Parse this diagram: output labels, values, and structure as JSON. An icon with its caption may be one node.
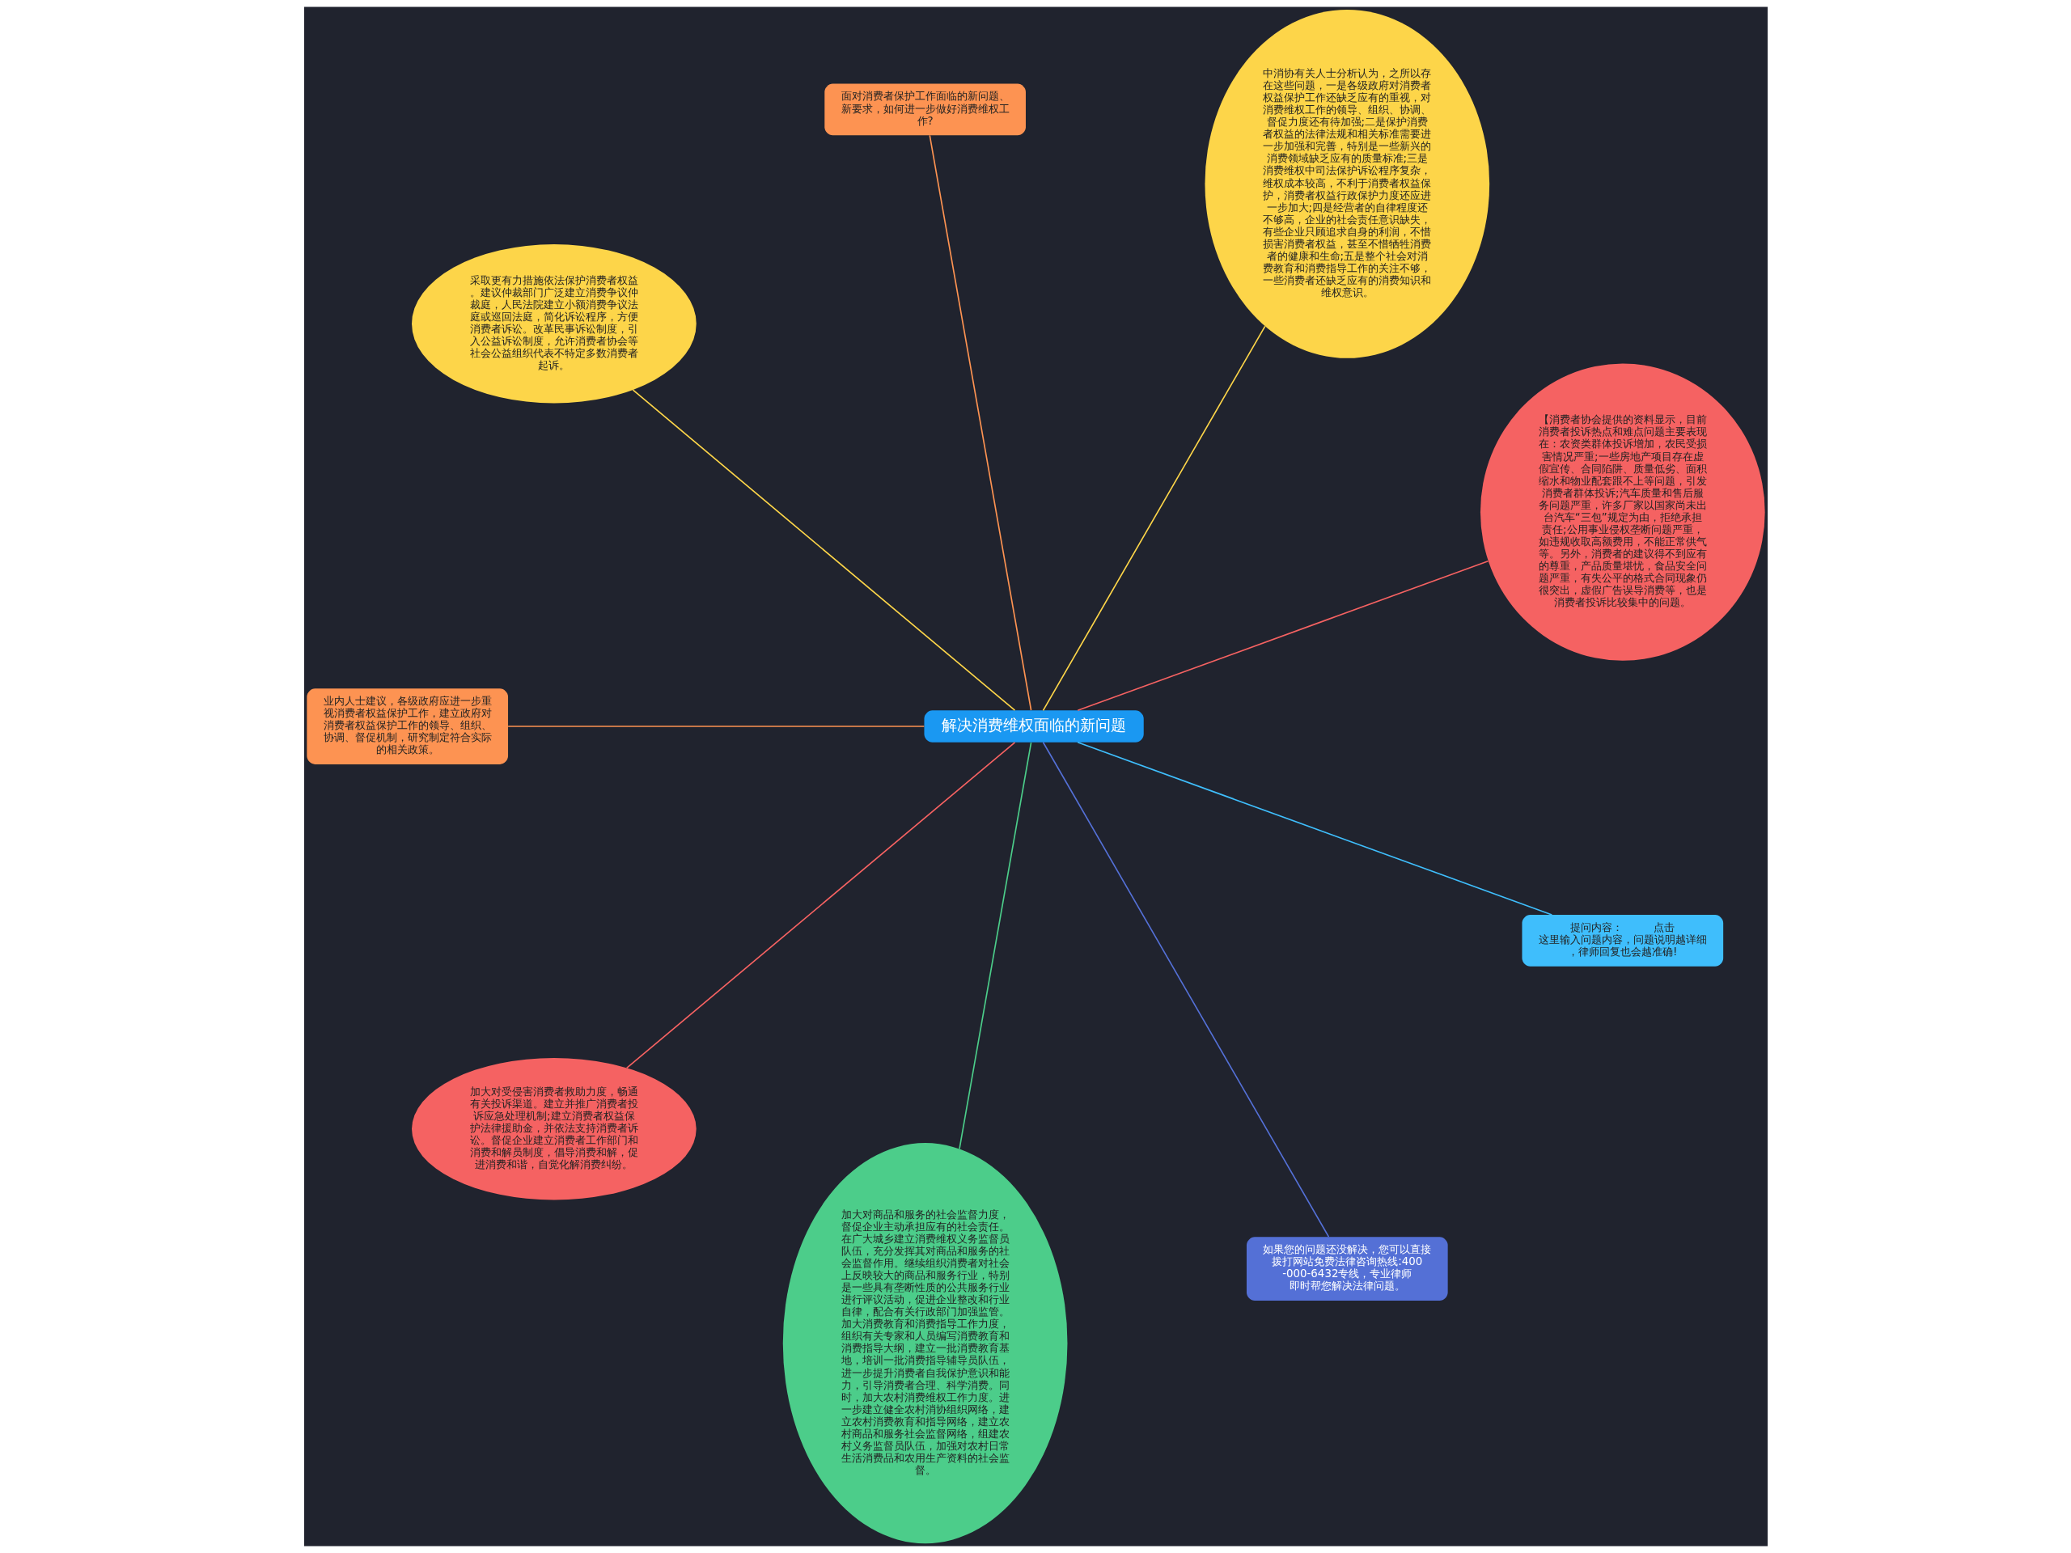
{
  "diagram": {
    "nodes": [
      {
        "text": [
          "解决消费维权面临的新问题"
        ]
      },
      {
        "text": [
          "【消费者协会提供的资料显示，目前消费者投诉热点和难点问题主要表现在：农资类群体投诉增加，农民受损害情况严重;一些房地产项目存在虚假宣传、合同陷阱、质量低劣、面积缩水和物业配套跟不上等问题，引发消费者群体投诉;汽车质量和售后服务问题严重，许多厂家以国家尚未出台汽车“三包”规定为由，拒绝承担责任;公用事业侵权垄断问题严重，如违规收取高额费用，不能正常供气等。另外，消费者的建议得不到应有的尊重，产品质量堪忧，食品安全问题严重，有失公平的格式合同现象仍很突出，虚假广告误导消费等，也是消费者投诉比较集中的问题。"
        ]
      },
      {
        "text": [
          "中消协有关人士分析认为，之所以存在这些问题，一是各级政府对消费者权益保护工作还缺乏应有的重视，对消费维权工作的领导、组织、协调、督促力度还有待加强;二是保护消费者权益的法律法规和相关标准需要进一步加强和完善，特别是一些新兴的消费领域缺乏应有的质量标准;三是消费维权中司法保护诉讼程序复杂，维权成本较高，不利于消费者权益保护，消费者权益行政保护力度还应进一步加大;四是经营者的自律程度还不够高，企业的社会责任意识缺失，有些企业只顾追求自身的利润，不惜损害消费者权益，甚至不惜牺牲消费者的健康和生命;五是整个社会对消费教育和消费指导工作的关注不够，一些消费者还缺乏应有的消费知识和维权意识。"
        ]
      },
      {
        "text": [
          "面对消费者保护工作面临的新问题、新要求，如何进一步做好消费维权工作?"
        ]
      },
      {
        "text": [
          "采取更有力措施依法保护消费者权益。建议仲裁部门广泛建立消费争议仲裁庭，人民法院建立小额消费争议法庭或巡回法庭，简化诉讼程序，方便消费者诉讼。改革民事诉讼制度，引入公益诉讼制度，允许消费者协会等社会公益组织代表不特定多数消费者起诉。"
        ]
      },
      {
        "text": [
          "业内人士建议，各级政府应进一步重视消费者权益保护工作，建立政府对消费者权益保护工作的领导、组织、协调、督促机制，研究制定符合实际的相关政策。"
        ]
      },
      {
        "text": [
          "加大对受侵害消费者救助力度，畅通有关投诉渠道。建立并推广消费者投诉应急处理机制;建立消费者权益保护法律援助金，并依法支持消费者诉讼。督促企业建立消费者工作部门和消费和解员制度，倡导消费和解，促进消费和谐，自觉化解消费纠纷。"
        ]
      },
      {
        "text": [
          "加大对商品和服务的社会监督力度，督促企业主动承担应有的社会责任。在广大城乡建立消费维权义务监督员队伍，充分发挥其对商品和服务的社会监督作用。继续组织消费者对社会上反映较大的商品和服务行业，特别是一些具有垄断性质的公共服务行业进行评议活动，促进企业整改和行业自律，配合有关行政部门加强监管。加大消费教育和消费指导工作力度，组织有关专家和人员编写消费教育和消费指导大纲，建立一批消费教育基地，培训一批消费指导辅导员队伍，进一步提升消费者自我保护意识和能力，引导消费者合理、科学消费。同时，加大农村消费维权工作力度。进一步建立健全农村消协组织网络，建立农村消费教育和指导网络，建立农村商品和服务社会监督网络，组建农村义务监督员队伍，加强对农村日常生活消费品和农用生产资料的社会监督。"
        ]
      },
      {
        "text": [
          "如果您的问题还没解决，您可以直接拨打网站免费法律咨询热线:400-000-6432专线，专业律师即时帮您解决法律问题。"
        ]
      },
      {
        "text": [
          "提问内容：         点击这里输入问题内容，问题说明越详细，律师回复也会越准确!"
        ]
      }
    ],
    "edges": [
      {
        "from": 0,
        "to": 1,
        "arrow": "none",
        "color": "#f56262"
      },
      {
        "from": 0,
        "to": 2,
        "arrow": "none",
        "color": "#fdd549"
      },
      {
        "from": 0,
        "to": 3,
        "arrow": "none",
        "color": "#fd9352"
      },
      {
        "from": 0,
        "to": 4,
        "arrow": "none",
        "color": "#fdd549"
      },
      {
        "from": 0,
        "to": 5,
        "arrow": "none",
        "color": "#fd9352"
      },
      {
        "from": 0,
        "to": 6,
        "arrow": "none",
        "color": "#f56262"
      },
      {
        "from": 0,
        "to": 7,
        "arrow": "none",
        "color": "#4ccd8a"
      },
      {
        "from": 0,
        "to": 8,
        "arrow": "none",
        "color": "#5470d6"
      },
      {
        "from": 0,
        "to": 9,
        "arrow": "none",
        "color": "#3fbefc"
      }
    ]
  }
}
